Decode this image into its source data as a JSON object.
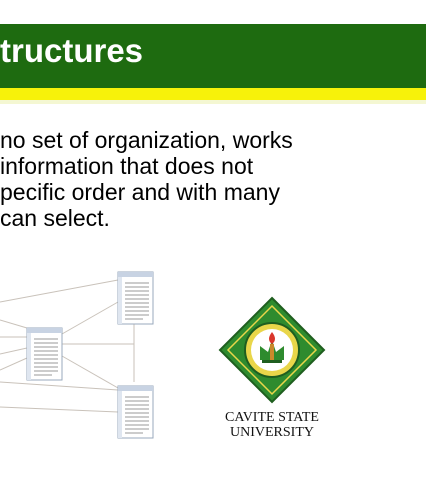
{
  "slide": {
    "title": "tructures",
    "body_lines": [
      "no set of organization,  works",
      " information  that  does    not",
      "pecific  order  and  with  many",
      " can select."
    ]
  },
  "logo": {
    "line1": "CAVITE STATE",
    "line2": "UNIVERSITY"
  },
  "colors": {
    "title_bar": "#1e6b10",
    "stripe": "#f7f20a",
    "logo_green": "#2e8b2e"
  }
}
